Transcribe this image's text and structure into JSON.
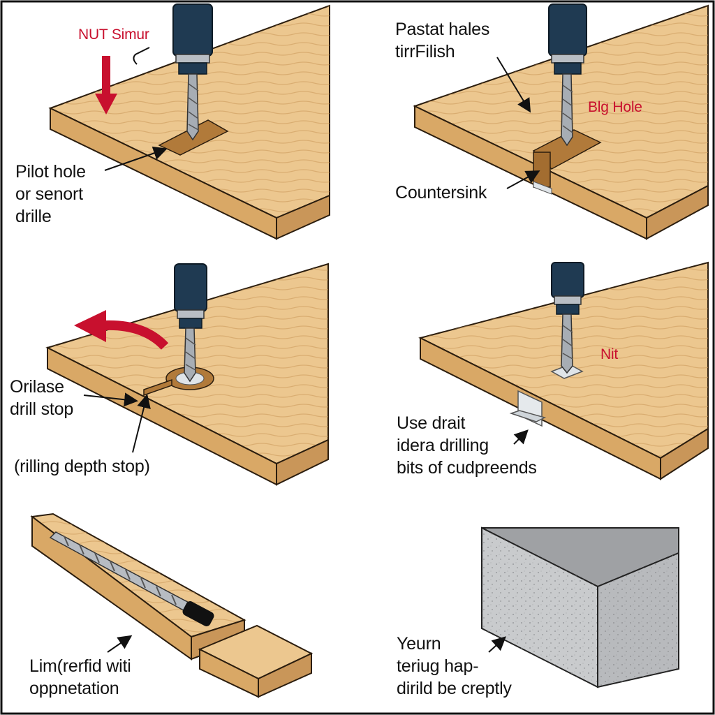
{
  "colors": {
    "wood_top": "#ecc78f",
    "wood_edge": "#d9a866",
    "wood_grain": "#c99659",
    "drill_body": "#1f3a52",
    "bit": "#a7adb4",
    "accent_red": "#c8102e",
    "concrete": "#c9cbcd",
    "concrete_top": "#9fa1a4"
  },
  "panels": [
    {
      "name": "pilot-hole-panel",
      "red_label": "NUT Simur",
      "label": "Pilot hole\nor senort\ndrille"
    },
    {
      "name": "countersink-panel",
      "label_top": "Pastat hales\ntirrFilish",
      "red_label": "Blg Hole",
      "label": "Countersink"
    },
    {
      "name": "drill-stop-panel",
      "label": "Orilase\ndrill stop",
      "label_bottom": "(rilling depth stop)"
    },
    {
      "name": "drilling-bits-panel",
      "red_label": "Nit",
      "label": "Use drait\nidera drilling\nbits of cudpreends"
    },
    {
      "name": "long-bit-panel",
      "label": "Lim(rerfid witi\noppnetation"
    },
    {
      "name": "concrete-panel",
      "label": "Yeurn\nteriug hap-\ndirild be creptly"
    }
  ]
}
